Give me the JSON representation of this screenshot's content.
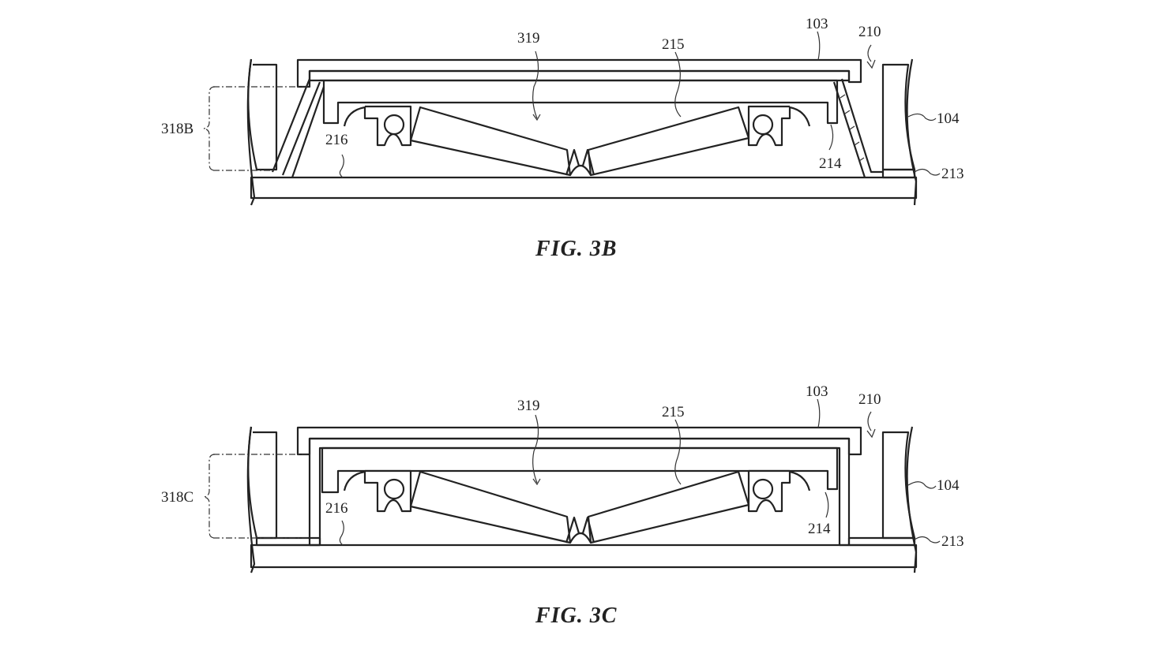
{
  "figures": [
    {
      "id": "3B",
      "caption": "FIG. 3B",
      "labels": {
        "gap_dimension": "318B",
        "cavity": "319",
        "scissor_mechanism": "215",
        "keycap": "103",
        "gap": "210",
        "housing": "104",
        "substrate": "213",
        "support": "214",
        "base": "216"
      }
    },
    {
      "id": "3C",
      "caption": "FIG. 3C",
      "labels": {
        "gap_dimension": "318C",
        "cavity": "319",
        "scissor_mechanism": "215",
        "keycap": "103",
        "gap": "210",
        "housing": "104",
        "substrate": "213",
        "support": "214",
        "base": "216"
      }
    }
  ]
}
